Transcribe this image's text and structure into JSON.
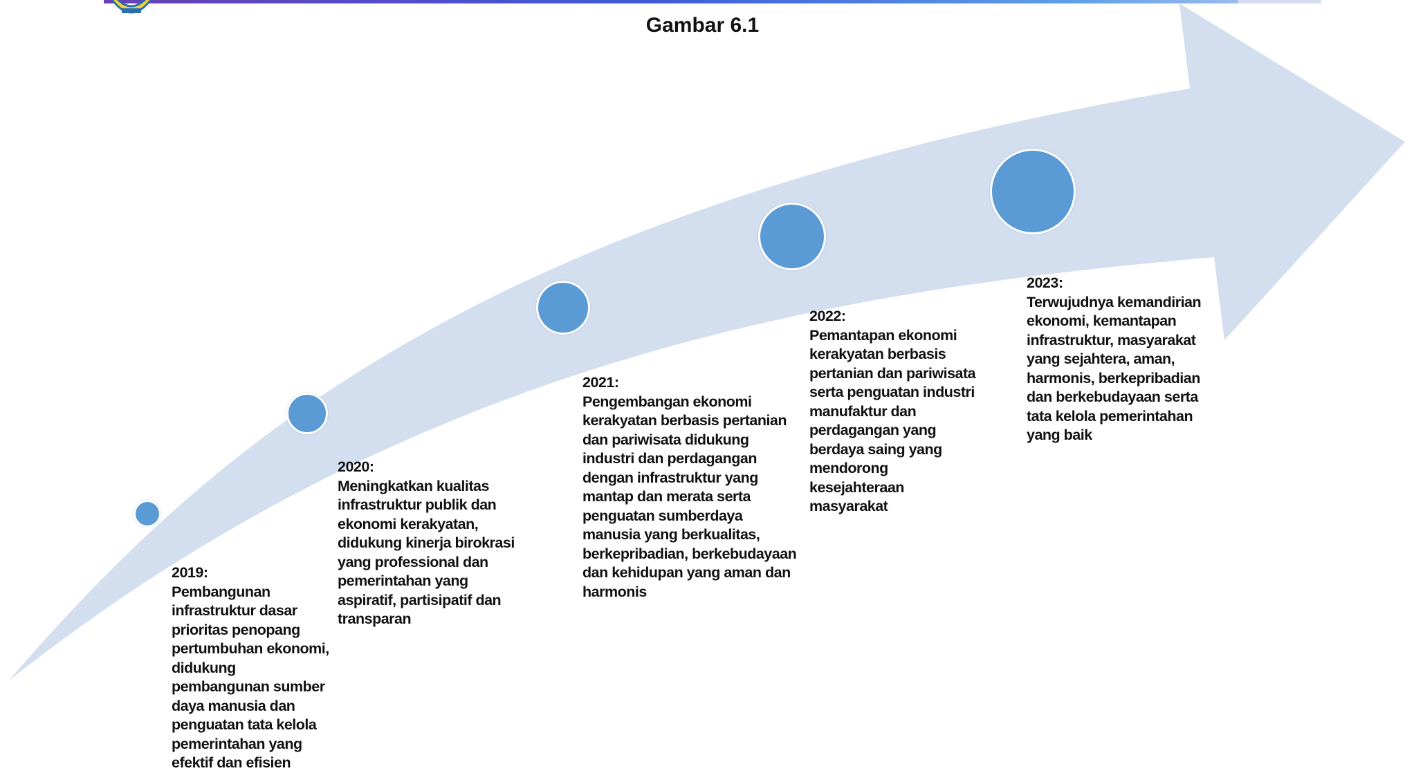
{
  "figure": {
    "title": "Gambar 6.1"
  },
  "colors": {
    "arrow": "#d3deef",
    "node": "#5b9bd5",
    "node_border": "#ffffff",
    "text": "#111111"
  },
  "milestones": [
    {
      "year": "2019:",
      "text": "Pembangunan infrastruktur dasar prioritas penopang pertumbuhan ekonomi, didukung pembangunan sumber daya manusia dan penguatan tata kelola pemerintahan yang efektif dan efisien"
    },
    {
      "year": "2020:",
      "text": "Meningkatkan kualitas infrastruktur publik dan ekonomi kerakyatan, didukung kinerja birokrasi yang professional dan pemerintahan yang aspiratif, partisipatif dan transparan"
    },
    {
      "year": "2021:",
      "text": "Pengembangan ekonomi kerakyatan berbasis pertanian dan pariwisata didukung industri dan perdagangan dengan infrastruktur yang mantap dan merata serta penguatan sumberdaya manusia yang berkualitas, berkepribadian, berkebudayaan dan kehidupan yang aman dan harmonis"
    },
    {
      "year": "2022:",
      "text": "Pemantapan ekonomi kerakyatan berbasis pertanian dan pariwisata serta penguatan industri manufaktur dan perdagangan yang berdaya saing yang mendorong kesejahteraan masyarakat"
    },
    {
      "year": "2023:",
      "text": "Terwujudnya kemandirian ekonomi, kemantapan infrastruktur, masyarakat yang sejahtera, aman, harmonis, berkepribadian dan berkebudayaan serta tata kelola pemerintahan yang baik"
    }
  ]
}
